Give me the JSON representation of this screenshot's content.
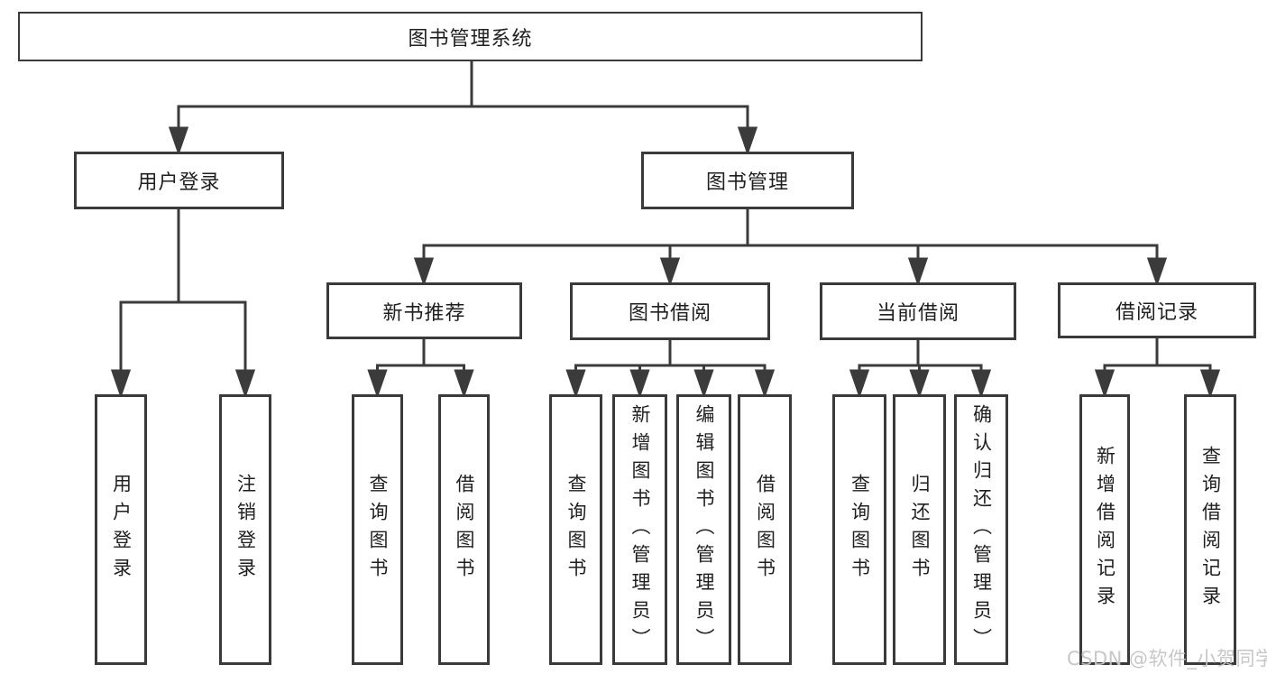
{
  "diagram": {
    "root": {
      "label": "图书管理系统"
    },
    "level2": [
      {
        "label": "用户登录"
      },
      {
        "label": "图书管理"
      }
    ],
    "level3": [
      {
        "label": "新书推荐"
      },
      {
        "label": "图书借阅"
      },
      {
        "label": "当前借阅"
      },
      {
        "label": "借阅记录"
      }
    ],
    "leaves": [
      {
        "label": "用户登录"
      },
      {
        "label": "注销登录"
      },
      {
        "label": "查询图书"
      },
      {
        "label": "借阅图书"
      },
      {
        "label": "查询图书"
      },
      {
        "label": "新增图书（管理员）"
      },
      {
        "label": "编辑图书（管理员）"
      },
      {
        "label": "借阅图书"
      },
      {
        "label": "查询图书"
      },
      {
        "label": "归还图书"
      },
      {
        "label": "确认归还（管理员）"
      },
      {
        "label": "新增借阅记录"
      },
      {
        "label": "查询借阅记录"
      }
    ],
    "watermark": "CSDN @软件_小贺同学",
    "colors": {
      "line": "#3b3b3b",
      "text": "#1f1f1f",
      "watermark": "#c4c4c4",
      "background": "#ffffff"
    }
  }
}
